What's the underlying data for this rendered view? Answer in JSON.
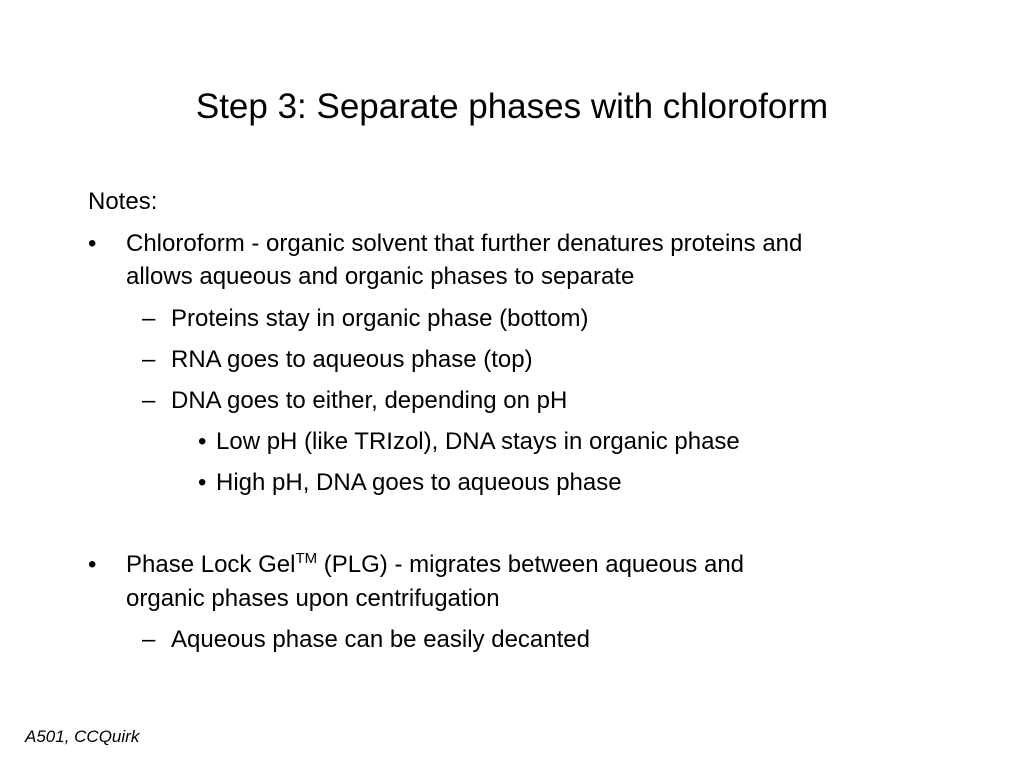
{
  "slide": {
    "title": "Step 3: Separate phases with chloroform",
    "notes_label": "Notes:",
    "bullet_marker": "•",
    "dash_marker": "–",
    "bullets": [
      {
        "line1": "Chloroform - organic solvent that further denatures proteins and",
        "line2": "allows aqueous and organic phases to separate",
        "subitems": [
          {
            "text": "Proteins stay in organic phase (bottom)"
          },
          {
            "text": "RNA goes to aqueous phase (top)"
          },
          {
            "text": "DNA goes to either, depending on pH",
            "subitems": [
              {
                "text": "Low pH (like TRIzol), DNA stays in organic phase"
              },
              {
                "text": "High pH, DNA goes to aqueous phase"
              }
            ]
          }
        ]
      },
      {
        "line1_before_sup": "Phase Lock Gel",
        "line1_sup": "TM",
        "line1_after_sup": " (PLG) - migrates between aqueous and",
        "line2": "organic phases upon centrifugation",
        "subitems": [
          {
            "text": "Aqueous phase can be easily decanted"
          }
        ]
      }
    ],
    "footer": "A501, CCQuirk"
  }
}
